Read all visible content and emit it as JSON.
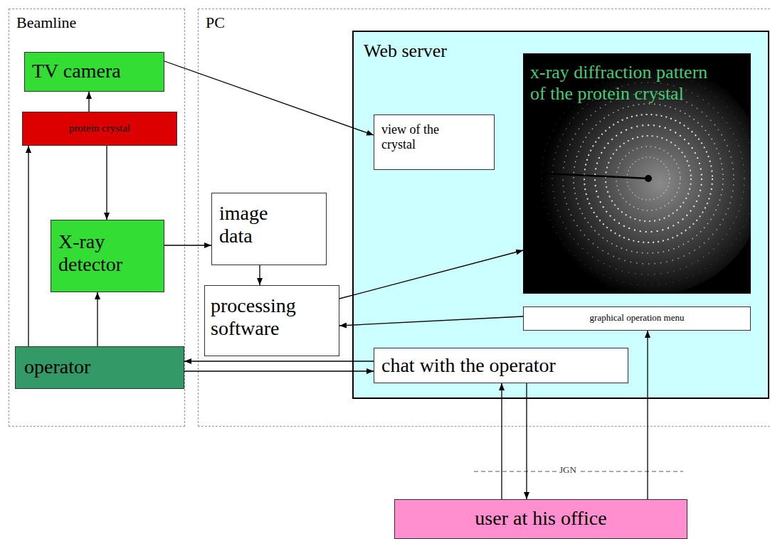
{
  "diagram": {
    "nodes": [
      {
        "text": [
          "Beamline"
        ]
      },
      {
        "text": [
          "TV camera"
        ],
        "in": 0
      },
      {
        "text": [
          "protein crystal"
        ],
        "in": 0
      },
      {
        "text": [
          "X-ray detector"
        ],
        "in": 0
      },
      {
        "text": [
          "operator"
        ],
        "in": 0
      },
      {
        "text": [
          "PC"
        ]
      },
      {
        "text": [
          "Web server"
        ],
        "in": 5
      },
      {
        "text": [
          "view of the crystal"
        ],
        "in": 6
      },
      {
        "text": [
          "x-ray diffraction pattern of the protein crystal"
        ],
        "in": 6
      },
      {
        "text": [
          "graphical operation menu"
        ],
        "in": 6
      },
      {
        "text": [
          "chat with the operator"
        ],
        "in": 6
      },
      {
        "text": [
          "image data"
        ],
        "in": 5
      },
      {
        "text": [
          "processing software"
        ],
        "in": 5
      },
      {
        "text": [
          "user at his office"
        ]
      }
    ],
    "edges": [
      {
        "from": 1,
        "to": 7,
        "arrow": "to"
      },
      {
        "from": 2,
        "to": 1,
        "arrow": "to"
      },
      {
        "from": 2,
        "to": 3,
        "arrow": "to"
      },
      {
        "from": 4,
        "to": 2,
        "arrow": "to"
      },
      {
        "from": 4,
        "to": 3,
        "arrow": "to"
      },
      {
        "from": 3,
        "to": 11,
        "arrow": "to"
      },
      {
        "from": 11,
        "to": 12,
        "arrow": "to"
      },
      {
        "from": 12,
        "to": 8,
        "arrow": "to"
      },
      {
        "from": 9,
        "to": 12,
        "arrow": "to"
      },
      {
        "from": 10,
        "to": 4,
        "arrow": "to"
      },
      {
        "from": 4,
        "to": 10,
        "arrow": "to"
      },
      {
        "from": 13,
        "to": 10,
        "arrow": "to"
      },
      {
        "from": 10,
        "to": 13,
        "arrow": "to"
      },
      {
        "from": 13,
        "to": 9,
        "arrow": "to"
      }
    ],
    "labels": [
      "JGN"
    ]
  }
}
